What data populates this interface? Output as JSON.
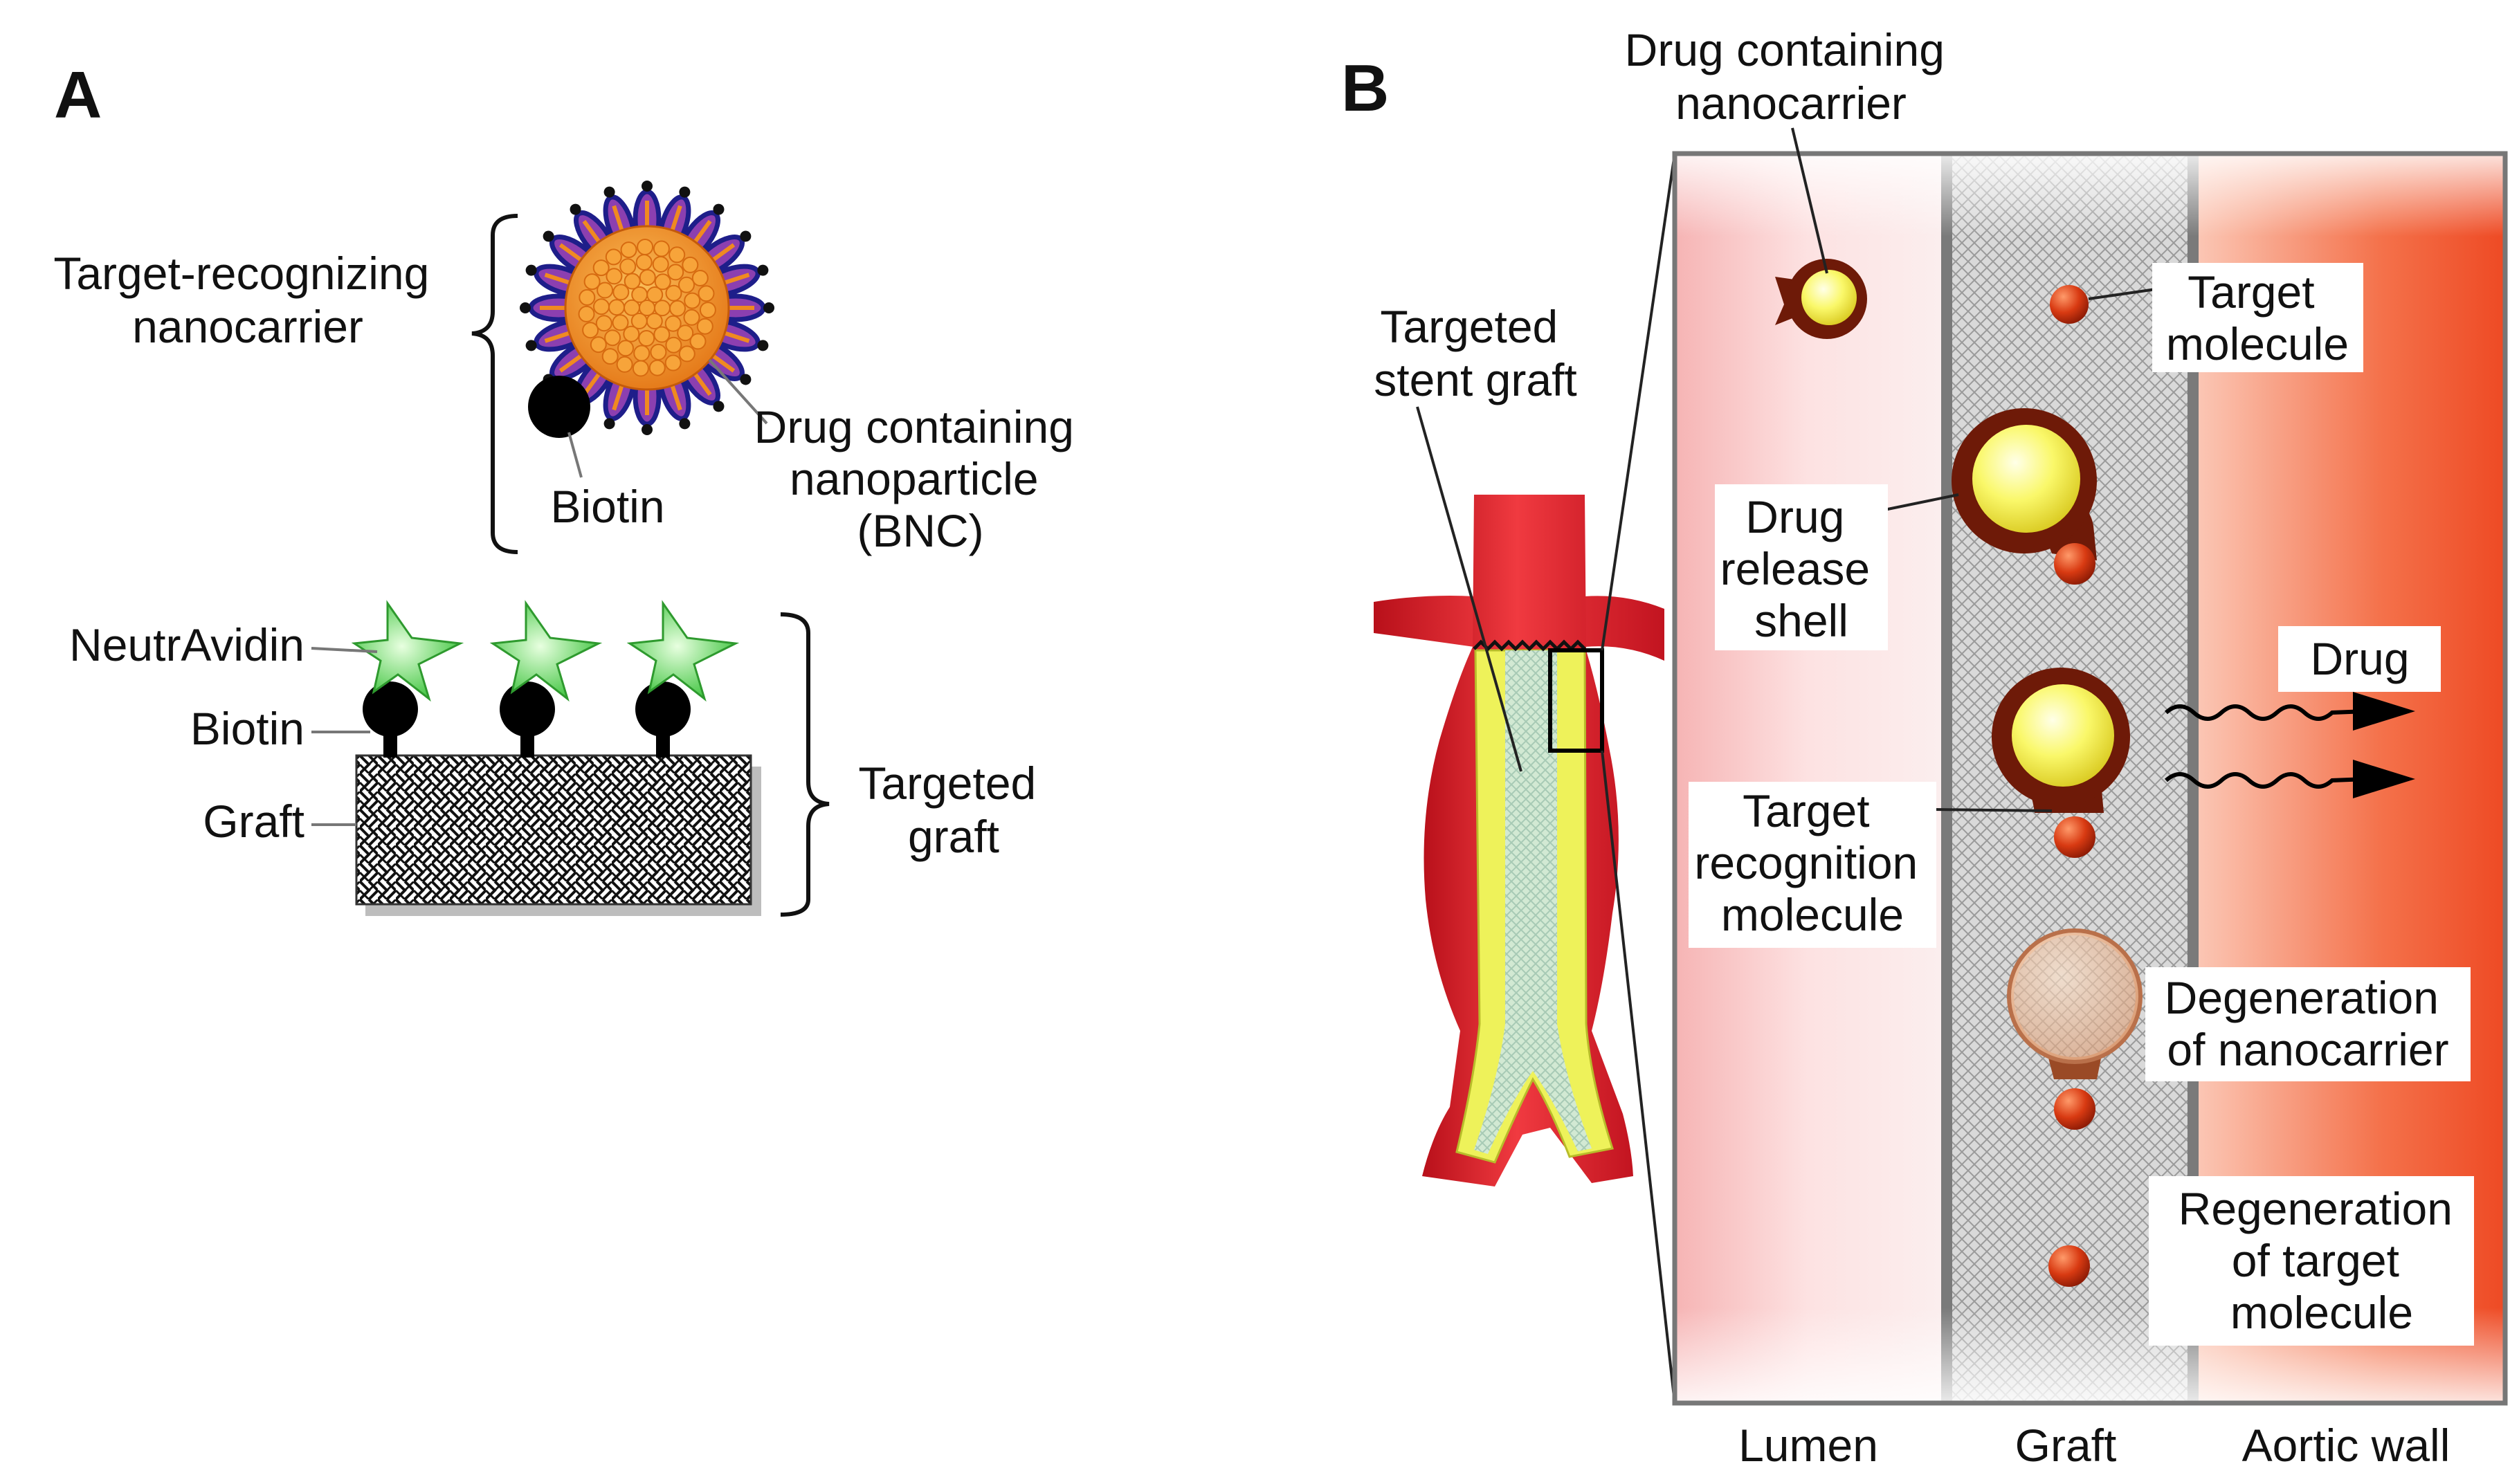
{
  "panel_a": {
    "letter": "A",
    "nanocarrier_label": [
      "Target-recognizing",
      "nanocarrier"
    ],
    "biotin_carrier": "Biotin",
    "nanoparticle_label": [
      "Drug containing",
      "nanoparticle",
      "(BNC)"
    ],
    "neutravidin": "NeutrAvidin",
    "biotin_graft": "Biotin",
    "graft": "Graft",
    "targeted_graft": [
      "Targeted",
      "graft"
    ]
  },
  "panel_b": {
    "letter": "B",
    "stent_label": [
      "Targeted",
      "stent graft"
    ],
    "top_label": [
      "Drug containing",
      "nanocarrier"
    ],
    "target_molecule": [
      "Target",
      "molecule"
    ],
    "release_shell": [
      "Drug",
      "release",
      "shell"
    ],
    "drug": "Drug",
    "recognition": [
      "Target",
      "recognition",
      "molecule"
    ],
    "degeneration": [
      "Degeneration",
      "of nanocarrier"
    ],
    "regeneration": [
      "Regeneration",
      "of target",
      "molecule"
    ],
    "zones": [
      "Lumen",
      "Graft",
      "Aortic wall"
    ]
  },
  "colors": {
    "lumen": "#fbd4d4",
    "aortic_wall": "#f25a36",
    "nanocarrier_yellow": "#f8f85a",
    "shell_brown": "#6e1a08",
    "target_red": "#d83a12",
    "neutravidin_green": "#4ad04a",
    "aorta_red": "#e0202a",
    "stent_yellow": "#eef25a"
  }
}
